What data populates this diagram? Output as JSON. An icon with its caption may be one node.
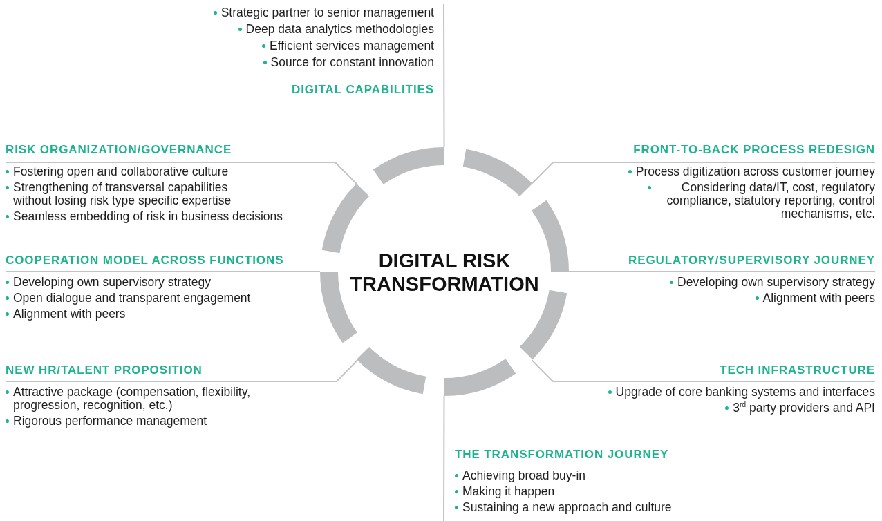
{
  "diagram": {
    "nodes": [
      {
        "text": [
          "DIGITAL RISK TRANSFORMATION"
        ]
      },
      {
        "text": [
          "Strategic partner to senior management",
          "Deep data analytics methodologies",
          "Efficient services management",
          "Source for constant innovation",
          "DIGITAL CAPABILITIES"
        ]
      },
      {
        "text": [
          "RISK ORGANIZATION/GOVERNANCE",
          "Fostering open and collaborative culture",
          "Strengthening of transversal capabilities without losing risk type specific expertise",
          "Seamless embedding of risk in business decisions"
        ]
      },
      {
        "text": [
          "FRONT-TO-BACK PROCESS REDESIGN",
          "Process digitization across customer journey",
          "Considering data/IT, cost, regulatory compliance, statutory reporting, control mechanisms, etc."
        ]
      },
      {
        "text": [
          "COOPERATION MODEL ACROSS FUNCTIONS",
          "Developing own supervisory strategy",
          "Open dialogue and transparent engagement",
          "Alignment with peers"
        ]
      },
      {
        "text": [
          "REGULATORY/SUPERVISORY JOURNEY",
          "Developing own supervisory strategy",
          "Alignment with peers"
        ]
      },
      {
        "text": [
          "NEW HR/TALENT PROPOSITION",
          "Attractive package (compensation, flexibility, progression, recognition, etc.)",
          "Rigorous performance management"
        ]
      },
      {
        "text": [
          "TECH INFRASTRUCTURE",
          "Upgrade of core banking systems and interfaces",
          "3$^{rd}$ party providers and API"
        ]
      },
      {
        "text": [
          "THE TRANSFORMATION JOURNEY",
          "Achieving broad buy-in",
          "Making it happen",
          "Sustaining a new approach and culture"
        ]
      }
    ],
    "edges": [
      {
        "from": 1,
        "to": 0,
        "arrow": "none"
      },
      {
        "from": 2,
        "to": 0,
        "arrow": "none"
      },
      {
        "from": 3,
        "to": 0,
        "arrow": "none"
      },
      {
        "from": 4,
        "to": 0,
        "arrow": "none"
      },
      {
        "from": 5,
        "to": 0,
        "arrow": "none"
      },
      {
        "from": 6,
        "to": 0,
        "arrow": "none"
      },
      {
        "from": 7,
        "to": 0,
        "arrow": "none"
      },
      {
        "from": 8,
        "to": 0,
        "arrow": "none"
      }
    ]
  }
}
